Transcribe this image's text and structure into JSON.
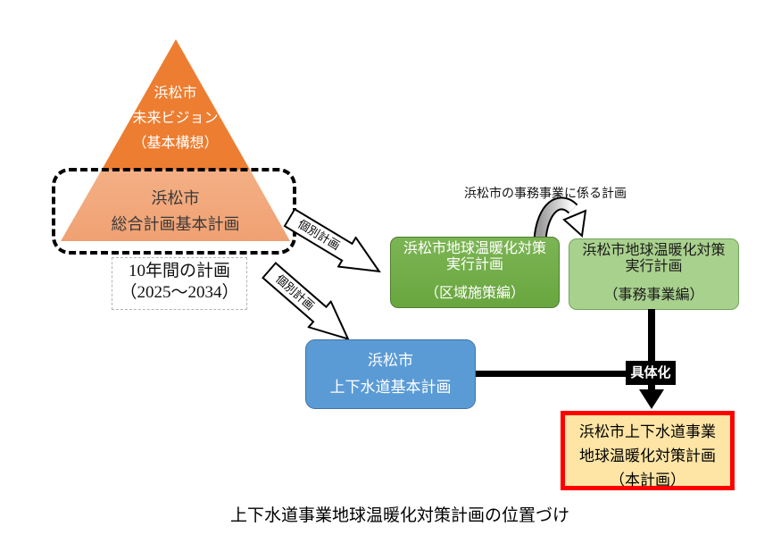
{
  "diagram": {
    "caption": "上下水道事業地球温暖化対策計画の位置づけ",
    "pyramid": {
      "top_lines": [
        "浜松市",
        "未来ビジョン",
        "（基本構想）"
      ],
      "bottom_lines": [
        "浜松市",
        "総合計画基本計画"
      ]
    },
    "period_note": {
      "lines": [
        "10年間の計画",
        "（2025～2034）"
      ]
    },
    "arrows": {
      "individual_plan_label": "個別計画"
    },
    "office_note": "浜松市の事務事業に係る計画",
    "boxes": {
      "kuiki": {
        "title_lines": [
          "浜松市地球温暖化対策",
          "実行計画"
        ],
        "subtitle": "（区域施策編）"
      },
      "jimu": {
        "title_lines": [
          "浜松市地球温暖化対策",
          "実行計画"
        ],
        "subtitle": "（事務事業編）"
      },
      "water": {
        "lines": [
          "浜松市",
          "上下水道基本計画"
        ]
      },
      "main_plan": {
        "lines": [
          "浜松市上下水道事業",
          "地球温暖化対策計画",
          "（本計画）"
        ]
      }
    },
    "connector": {
      "label": "具体化"
    },
    "colors": {
      "pyramid_top": "#ED7D31",
      "pyramid_bottom": "#F5B48A",
      "green_dark": "#70AD47",
      "green_light": "#A9D18E",
      "blue": "#5B9BD5",
      "red_border": "#FF0000",
      "main_plan_fill": "#FEE5A5",
      "connector_black": "#000000"
    }
  }
}
